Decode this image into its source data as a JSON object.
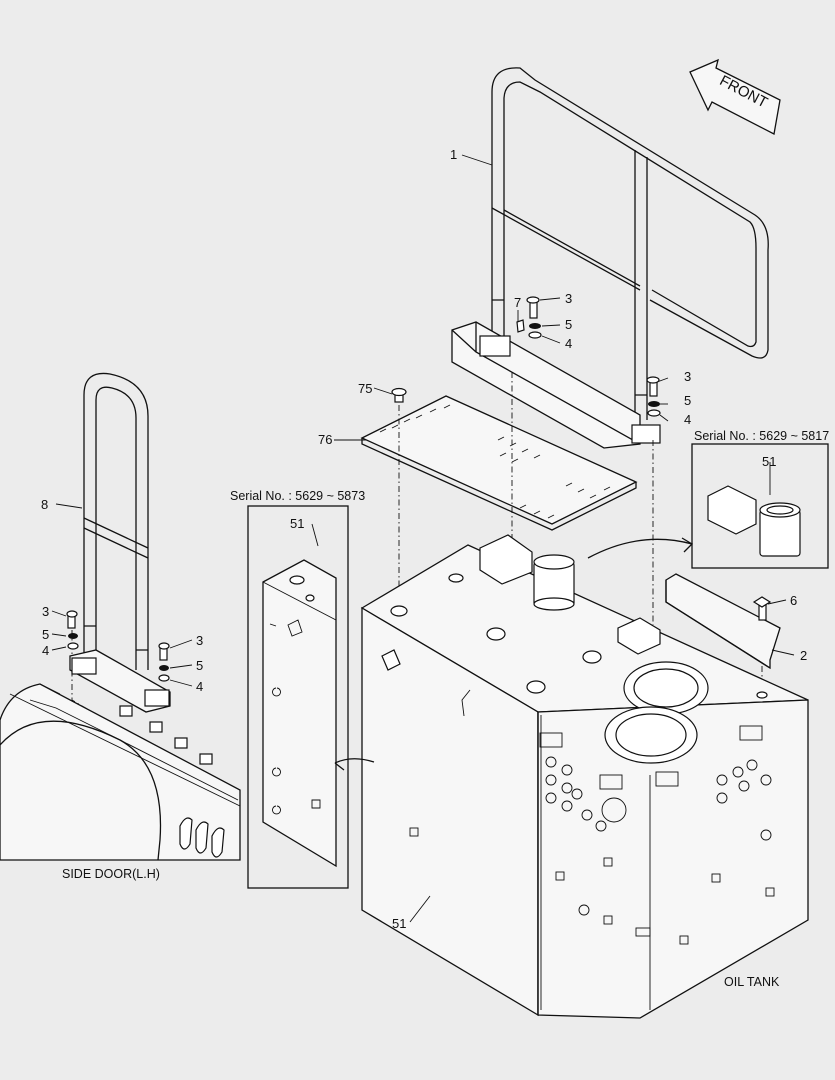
{
  "callouts": {
    "c1": "1",
    "c2": "2",
    "c3a": "3",
    "c3b": "3",
    "c3c": "3",
    "c3d": "3",
    "c4a": "4",
    "c4b": "4",
    "c4c": "4",
    "c4d": "4",
    "c5a": "5",
    "c5b": "5",
    "c5c": "5",
    "c5d": "5",
    "c6": "6",
    "c7": "7",
    "c8": "8",
    "c51a": "51",
    "c51b": "51",
    "c51c": "51",
    "c75": "75",
    "c76": "76"
  },
  "labels": {
    "front": "FRONT",
    "serial_right": "Serial No. : 5629 ~ 5817",
    "serial_left": "Serial No. : 5629 ~ 5873",
    "side_door": "SIDE DOOR(L.H)",
    "oil_tank": "OIL TANK"
  }
}
